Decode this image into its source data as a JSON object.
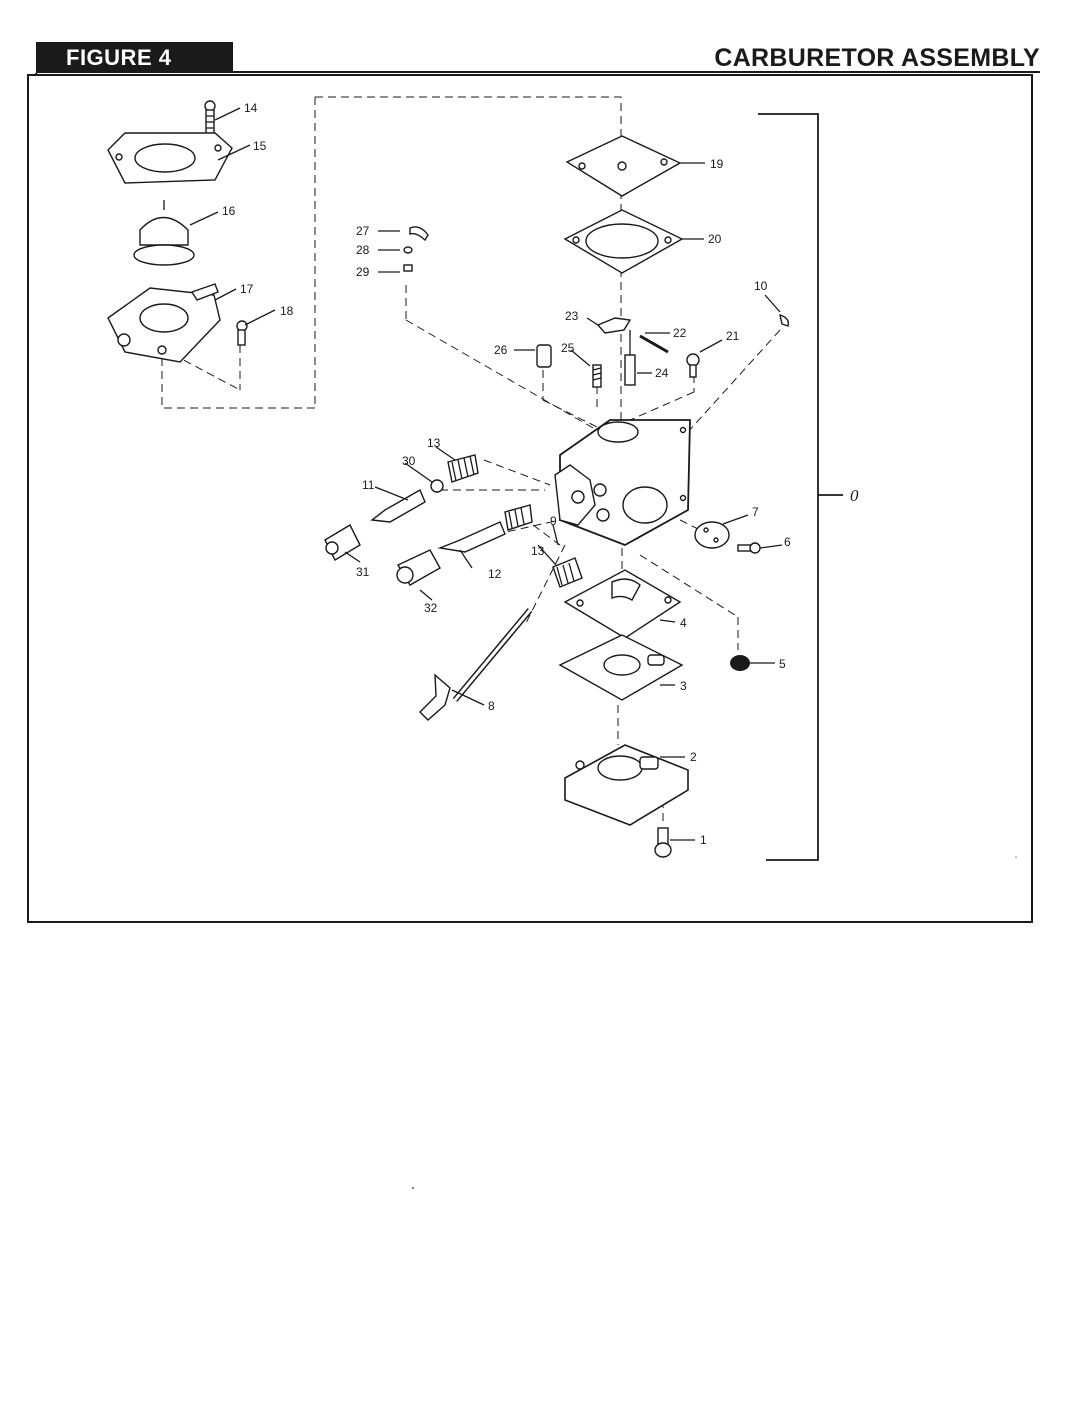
{
  "header": {
    "figure_label": "FIGURE 4",
    "title": "CARBURETOR ASSEMBLY"
  },
  "diagram": {
    "assembly_label": "0",
    "callouts": {
      "p1": "1",
      "p2": "2",
      "p3": "3",
      "p4": "4",
      "p5": "5",
      "p6": "6",
      "p7": "7",
      "p8": "8",
      "p9": "9",
      "p10": "10",
      "p11": "11",
      "p12": "12",
      "p13a": "13",
      "p13b": "13",
      "p14": "14",
      "p15": "15",
      "p16": "16",
      "p17": "17",
      "p18": "18",
      "p19": "19",
      "p20": "20",
      "p21": "21",
      "p22": "22",
      "p23": "23",
      "p24": "24",
      "p25": "25",
      "p26": "26",
      "p27": "27",
      "p28": "28",
      "p29": "29",
      "p30": "30",
      "p31": "31",
      "p32": "32"
    }
  }
}
